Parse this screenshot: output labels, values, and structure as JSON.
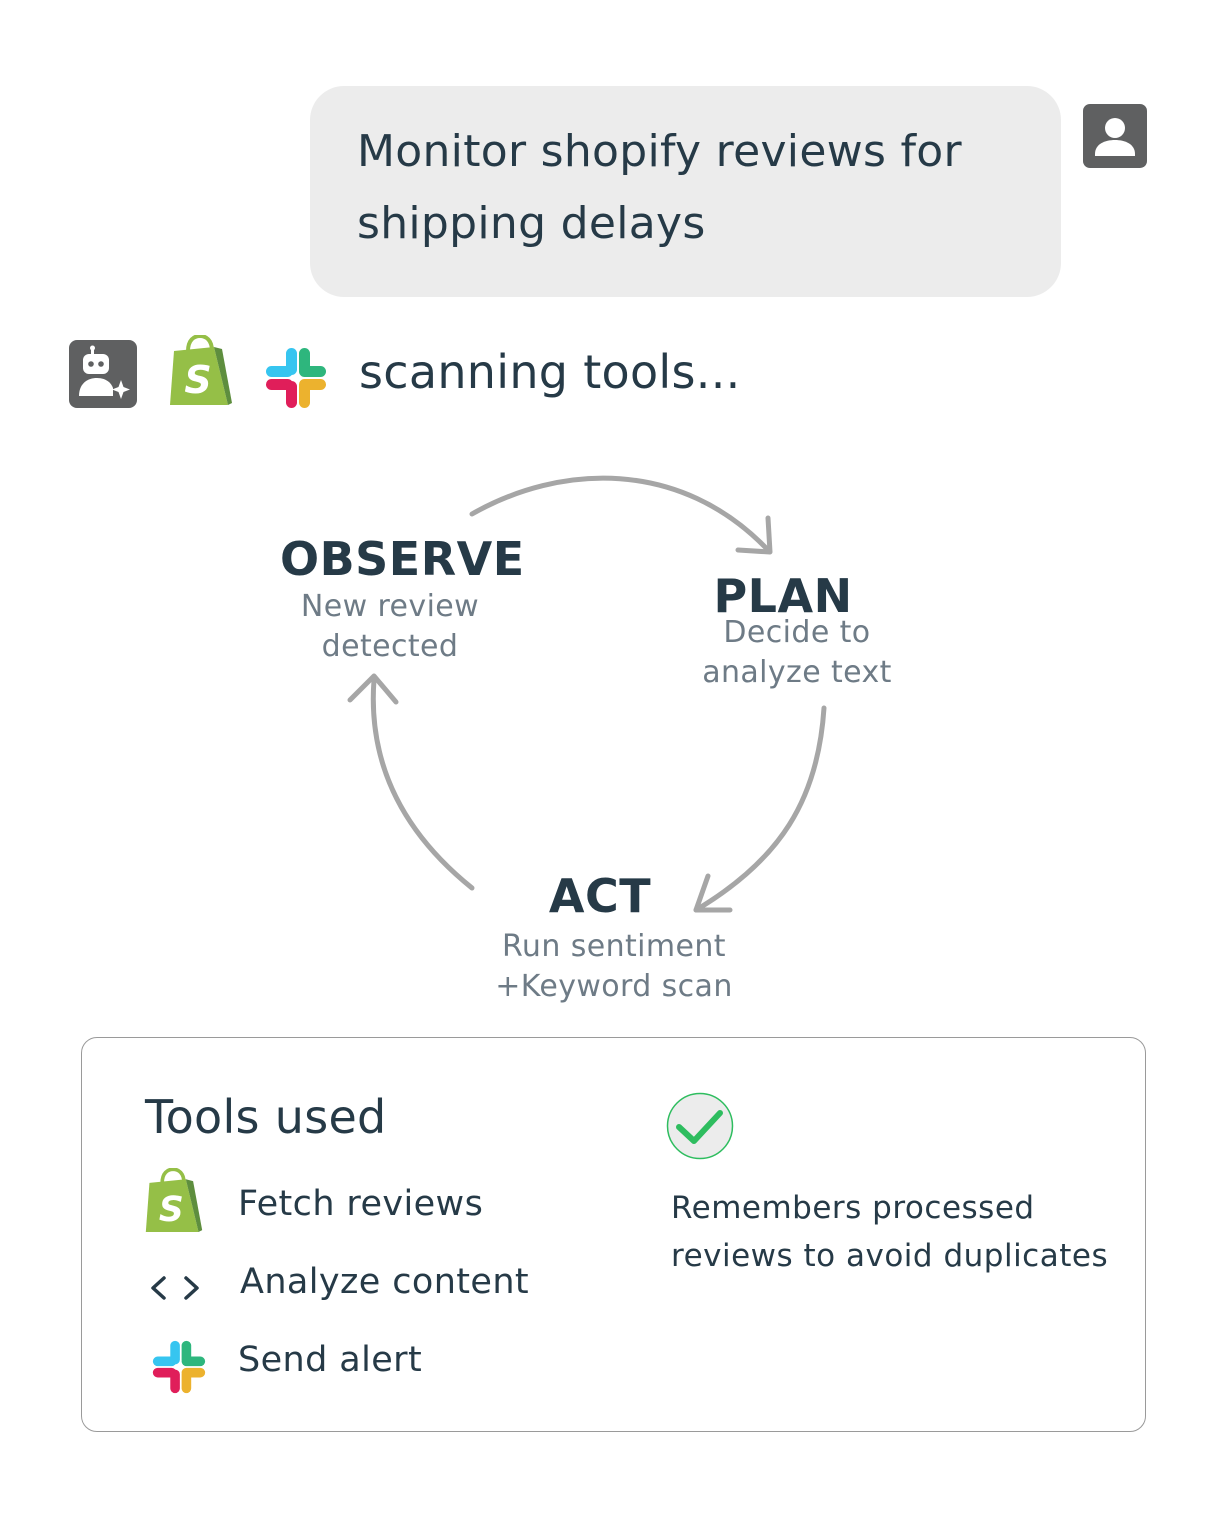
{
  "message": {
    "text_line1": "Monitor shopify reviews for",
    "text_line2": "shipping delays",
    "avatar_icon": "user-avatar-icon"
  },
  "status": {
    "text": "scanning tools...",
    "icons": [
      "agent-sparkle-icon",
      "shopify-icon",
      "slack-icon"
    ]
  },
  "cycle": {
    "observe": {
      "title": "OBSERVE",
      "desc_line1": "New review",
      "desc_line2": "detected"
    },
    "plan": {
      "title": "PLAN",
      "desc_line1": "Decide to",
      "desc_line2": "analyze text"
    },
    "act": {
      "title": "ACT",
      "desc_line1": "Run sentiment",
      "desc_line2": "+Keyword scan"
    }
  },
  "tools": {
    "title": "Tools used",
    "items": [
      {
        "icon": "shopify-icon",
        "label": "Fetch reviews"
      },
      {
        "icon": "code-icon",
        "label": "Analyze content"
      },
      {
        "icon": "slack-icon",
        "label": "Send alert"
      }
    ]
  },
  "memory": {
    "icon": "check-circle-icon",
    "line1": "Remembers processed",
    "line2": "reviews to avoid duplicates"
  },
  "colors": {
    "text_dark": "#263a47",
    "text_muted": "#6e7b86",
    "bubble_bg": "#ececec",
    "icon_gray": "#5f6061",
    "arrow_gray": "#a6a6a6",
    "shopify_green": "#95bf47",
    "check_green": "#2ebd5f"
  }
}
